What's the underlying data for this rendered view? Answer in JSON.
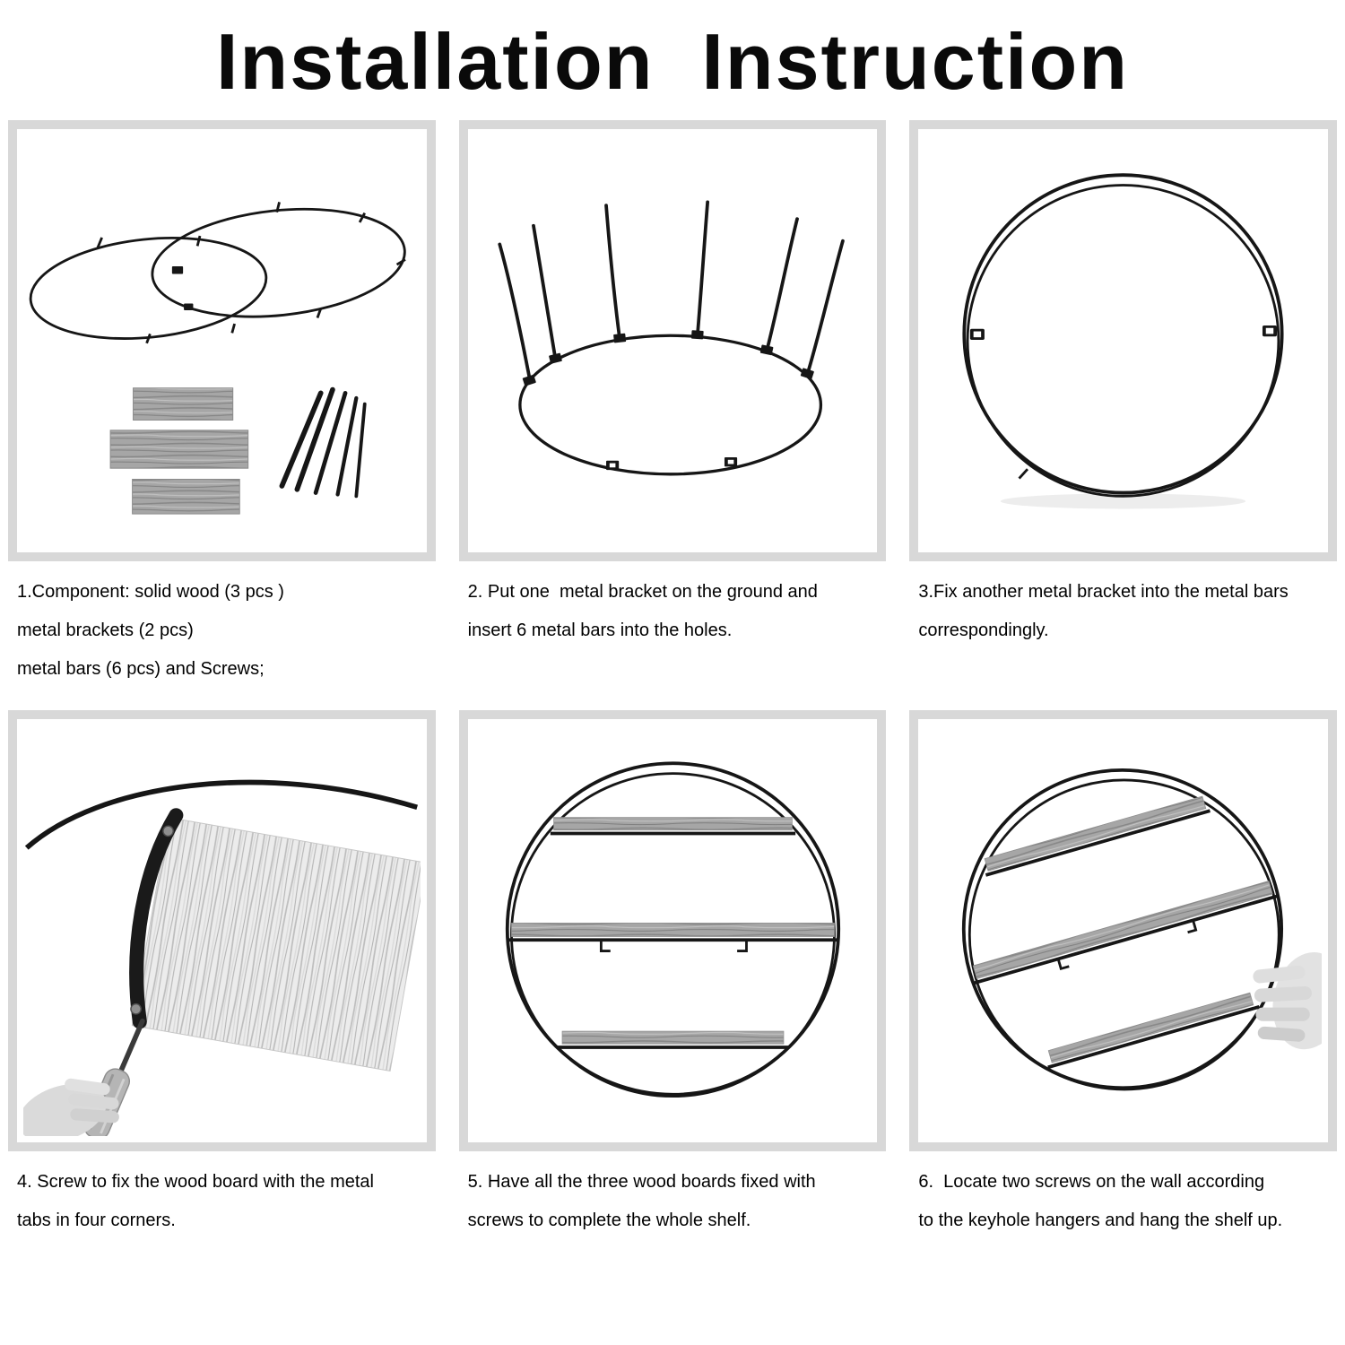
{
  "title": "Installation  Instruction",
  "colors": {
    "background": "#ffffff",
    "panel_border": "#d8d8d8",
    "line_art": "#161616",
    "wood_gray": "#a0a0a0"
  },
  "steps": [
    {
      "id": "1",
      "illustration": "components-two-metal-rings-three-wood-planks-metal-bars",
      "lines": [
        "1.Component: solid wood (3 pcs )",
        "metal brackets (2 pcs)",
        "metal bars (6 pcs) and Screws;"
      ]
    },
    {
      "id": "2",
      "illustration": "metal-bracket-on-ground-with-six-bars-inserted",
      "lines": [
        "2. Put one  metal bracket on the ground and",
        "insert 6 metal bars into the holes."
      ]
    },
    {
      "id": "3",
      "illustration": "second-bracket-fixed-forming-circle-frame",
      "lines": [
        "3.Fix another metal bracket into the metal bars",
        "correspondingly."
      ]
    },
    {
      "id": "4",
      "illustration": "hand-with-screwdriver-fixing-wood-board-to-metal-tab",
      "lines": [
        "4. Screw to fix the wood board with the metal",
        "tabs in four corners."
      ]
    },
    {
      "id": "5",
      "illustration": "completed-round-shelf-with-three-boards",
      "lines": [
        "5. Have all the three wood boards fixed with",
        "screws to complete the whole shelf."
      ]
    },
    {
      "id": "6",
      "illustration": "hand-hanging-finished-shelf-on-wall",
      "lines": [
        "6.  Locate two screws on the wall according",
        "to the keyhole hangers and hang the shelf up."
      ]
    }
  ]
}
